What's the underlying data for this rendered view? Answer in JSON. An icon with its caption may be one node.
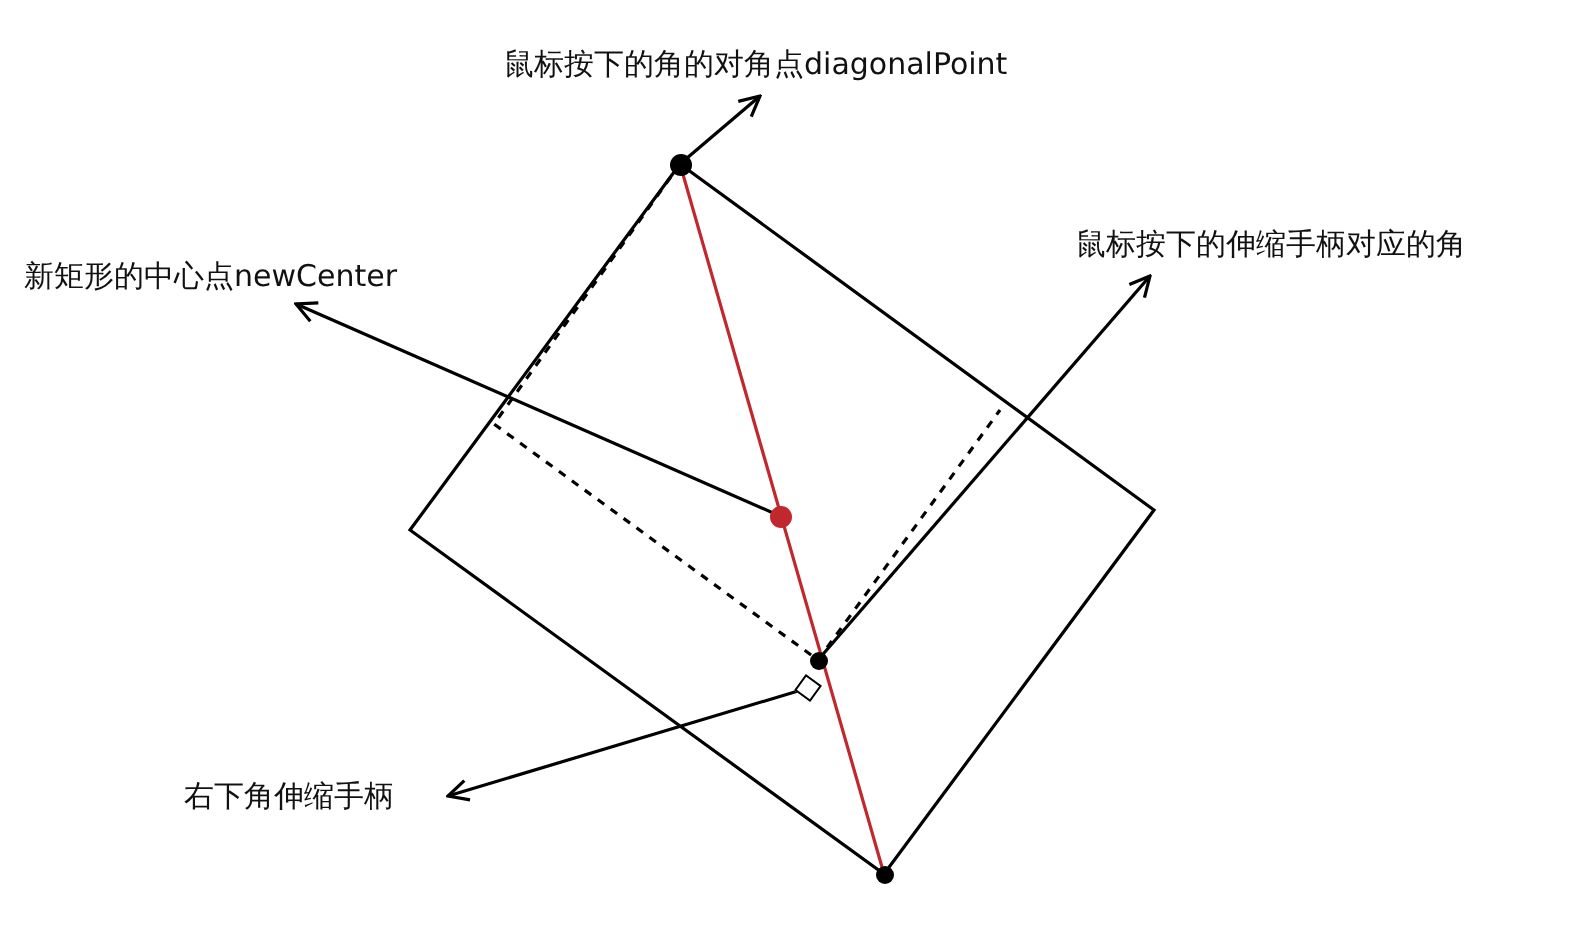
{
  "diagram": {
    "nodes": [
      {
        "text": [
          "鼠标按下的角的对角点diagonalPoint"
        ]
      },
      {
        "text": [],
        "shape": "circle"
      },
      {
        "text": [
          "新矩形的中心点newCenter"
        ]
      },
      {
        "text": [
          "鼠标按下的伸缩手柄对应的角"
        ]
      },
      {
        "text": [],
        "shape": "circle"
      },
      {
        "text": [],
        "shape": "circle"
      },
      {
        "text": [],
        "shape": "box"
      },
      {
        "text": [
          "右下角伸缩手柄"
        ]
      },
      {
        "text": [],
        "shape": "circle"
      }
    ],
    "edges": [
      {
        "from": 1,
        "to": 0,
        "arrow": "to"
      },
      {
        "from": 4,
        "to": 2,
        "arrow": "to"
      },
      {
        "from": 5,
        "to": 3,
        "arrow": "to"
      },
      {
        "from": 6,
        "to": 7,
        "arrow": "to"
      },
      {
        "from": 1,
        "to": 8,
        "arrow": "none",
        "color": "#c0282d"
      }
    ]
  }
}
